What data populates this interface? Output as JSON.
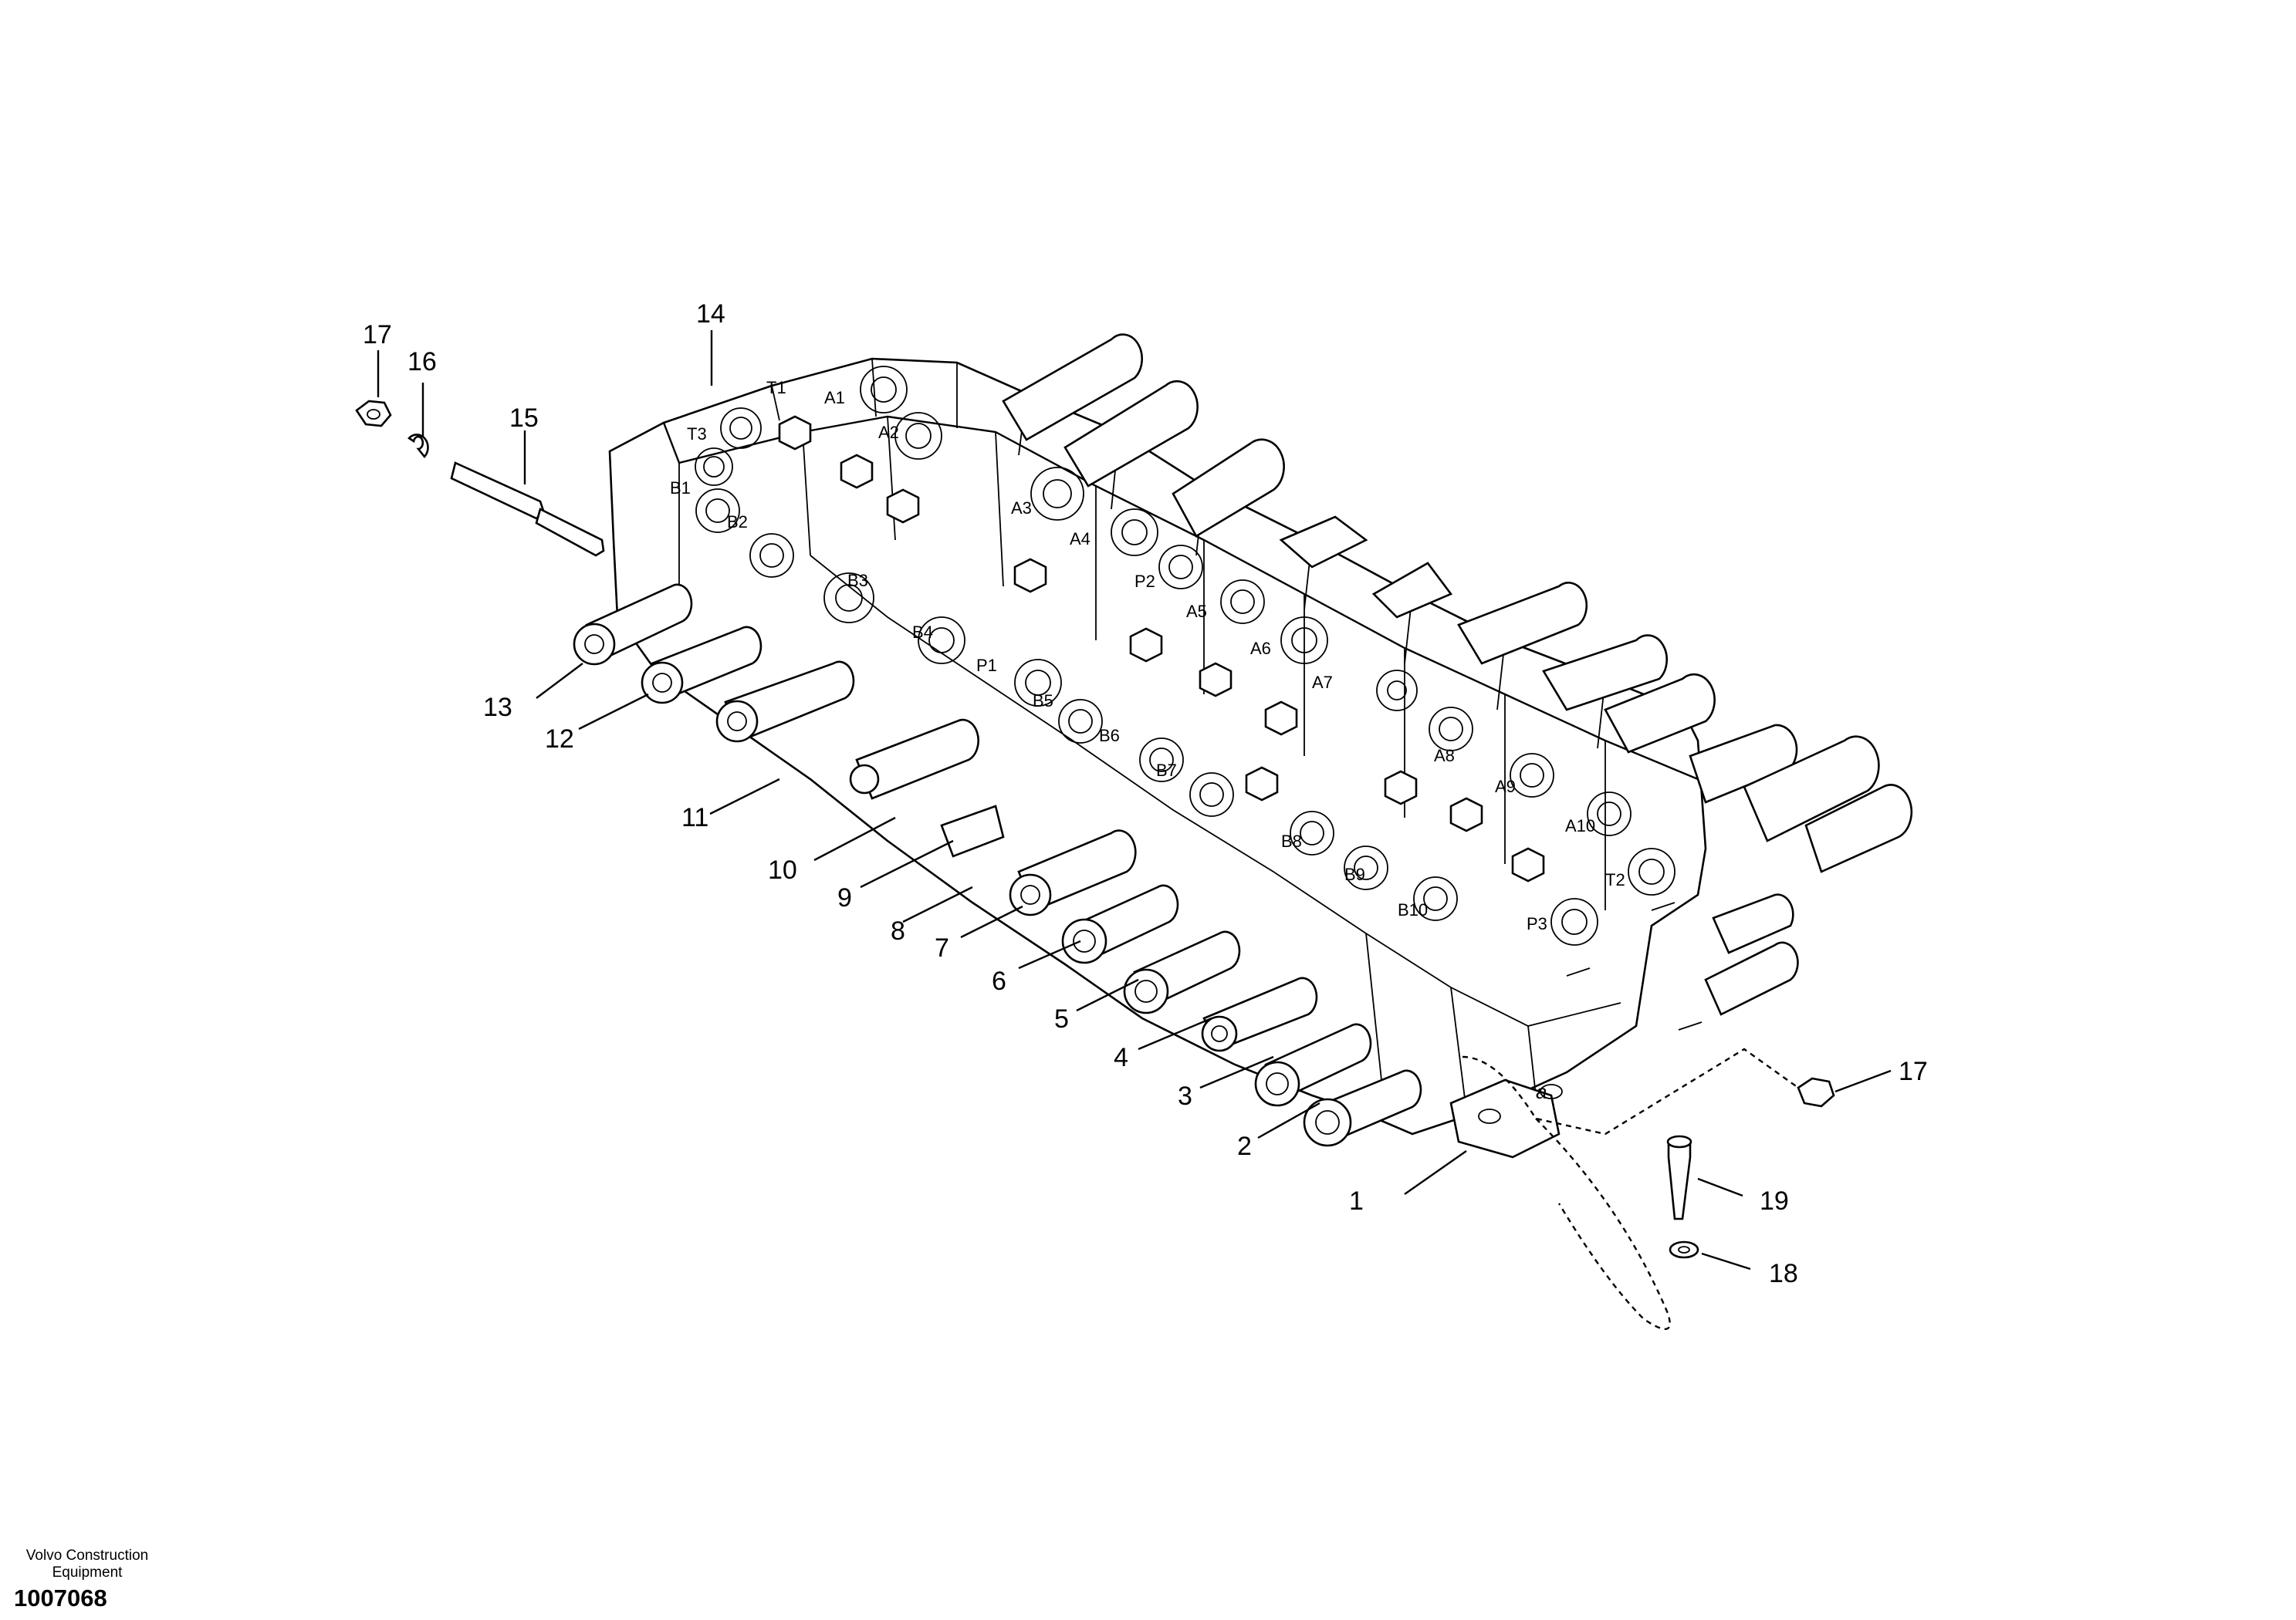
{
  "callouts": [
    "1",
    "2",
    "3",
    "4",
    "5",
    "6",
    "7",
    "8",
    "9",
    "10",
    "11",
    "12",
    "13",
    "14",
    "15",
    "16",
    "17",
    "17",
    "18",
    "19"
  ],
  "ports": [
    "T1",
    "A1",
    "T3",
    "A2",
    "B1",
    "A3",
    "B2",
    "A4",
    "B3",
    "P2",
    "A5",
    "B4",
    "A6",
    "P1",
    "A7",
    "B5",
    "B6",
    "A8",
    "B7",
    "A9",
    "A10",
    "B8",
    "B9",
    "T2",
    "B10",
    "P3"
  ],
  "detail_mark": "a",
  "footer": {
    "company": "Volvo Construction Equipment",
    "doc_number": "1007068"
  }
}
